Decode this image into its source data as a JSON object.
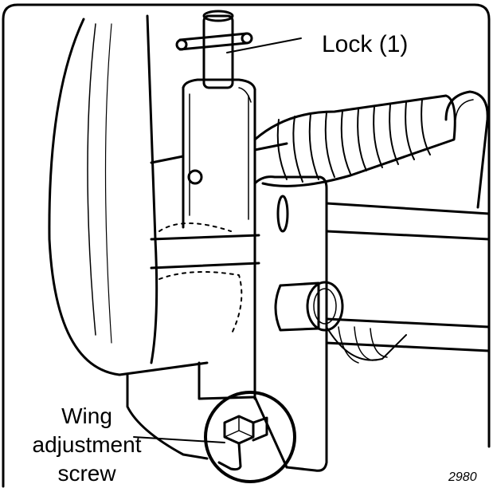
{
  "labels": {
    "lock": "Lock (1)",
    "wing_line1": "Wing",
    "wing_line2": "adjustment",
    "wing_line3": "screw"
  },
  "figure_number": "2980"
}
